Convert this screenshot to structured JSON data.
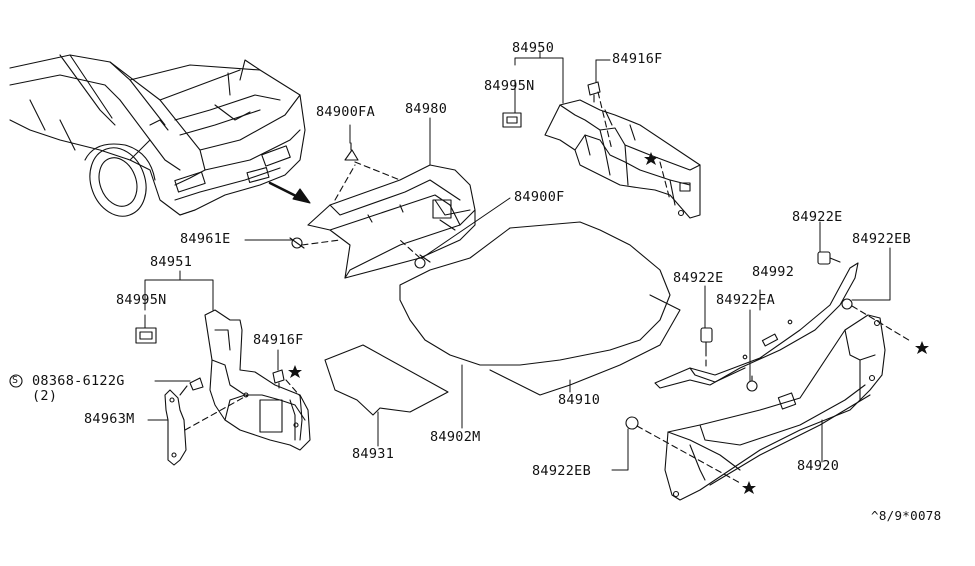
{
  "diagram": {
    "labels": {
      "p84950": "84950",
      "p84916F_top": "84916F",
      "p84995N_top": "84995N",
      "p84900FA": "84900FA",
      "p84980": "84980",
      "p84900F": "84900F",
      "p84961E": "84961E",
      "p84951": "84951",
      "p84995N_left": "84995N",
      "p84916F_left": "84916F",
      "bolt_spec": "08368-6122G",
      "bolt_qty": "(2)",
      "bolt_prefix": "S",
      "p84963M": "84963M",
      "p84931": "84931",
      "p84902M": "84902M",
      "p84910": "84910",
      "p84922E_top": "84922E",
      "p84922EB_top": "84922EB",
      "p84922E_mid": "84922E",
      "p84992": "84992",
      "p84922EA": "84922EA",
      "p84920": "84920",
      "p84922EB_bottom": "84922EB",
      "footer_code": "^8/9*0078"
    }
  }
}
